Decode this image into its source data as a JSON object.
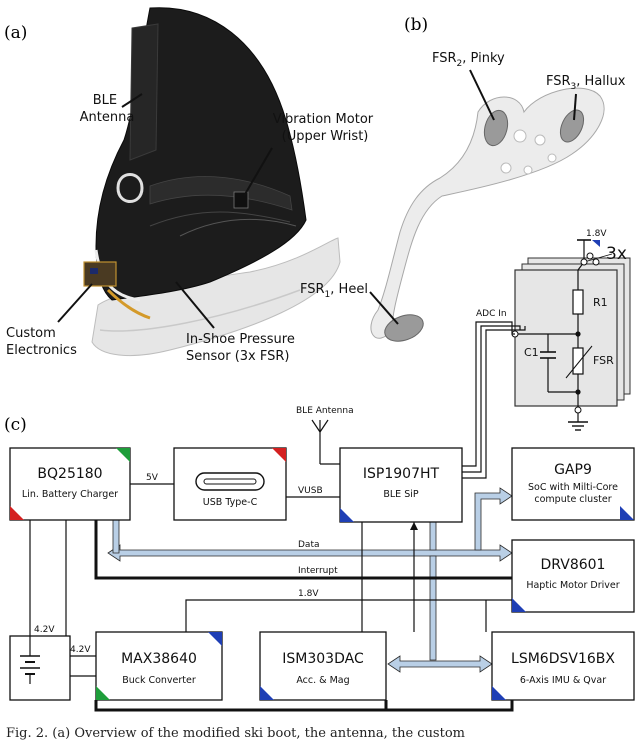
{
  "panels": {
    "a": "(a)",
    "b": "(b)",
    "c": "(c)"
  },
  "boot_labels": {
    "ble_antenna": [
      "BLE",
      "Antenna"
    ],
    "vibration_motor": [
      "Vibration Motor",
      "(Upper Wrist)"
    ],
    "custom_electronics": [
      "Custom",
      "Electronics"
    ],
    "pressure_sensor": [
      "In-Shoe Pressure",
      "Sensor (3x FSR)"
    ]
  },
  "insole_labels": {
    "fsr_prefix": "FSR",
    "fsr2_sub": "2",
    "fsr2_name": ", Pinky",
    "fsr3_sub": "3",
    "fsr3_name": ", Hallux",
    "fsr1_sub": "1",
    "fsr1_name": ", Heel"
  },
  "circuit": {
    "supply": "1.8V",
    "multiplier": "3x",
    "r1": "R1",
    "c1": "C1",
    "fsr": "FSR",
    "adc": "ADC In"
  },
  "blocks": {
    "bq25180": {
      "title": "BQ25180",
      "sub": "Lin. Battery Charger"
    },
    "usb": {
      "sub": "USB Type-C"
    },
    "isp1907ht": {
      "title": "ISP1907HT",
      "sub": "BLE SiP"
    },
    "gap9": {
      "title": "GAP9",
      "sub1": "SoC with Milti-Core",
      "sub2": "compute cluster"
    },
    "drv8601": {
      "title": "DRV8601",
      "sub": "Haptic Motor Driver"
    },
    "max38640": {
      "title": "MAX38640",
      "sub": "Buck Converter"
    },
    "ism303dac": {
      "title": "ISM303DAC",
      "sub": "Acc. & Mag"
    },
    "lsm6dsv16bx": {
      "title": "LSM6DSV16BX",
      "sub": "6-Axis IMU & Qvar"
    }
  },
  "signals": {
    "ble_antenna": "BLE Antenna",
    "v5": "5V",
    "vusb": "VUSB",
    "data": "Data",
    "interrupt": "Interrupt",
    "v18": "1.8V",
    "v42a": "4.2V",
    "v42b": "4.2V"
  },
  "colors": {
    "green": "#1e9e3a",
    "red": "#d42020",
    "blue": "#1f3fb5",
    "bus": "#b9cfe6"
  },
  "caption": "Fig. 2.   (a) Overview of the modified ski boot, the antenna, the custom"
}
